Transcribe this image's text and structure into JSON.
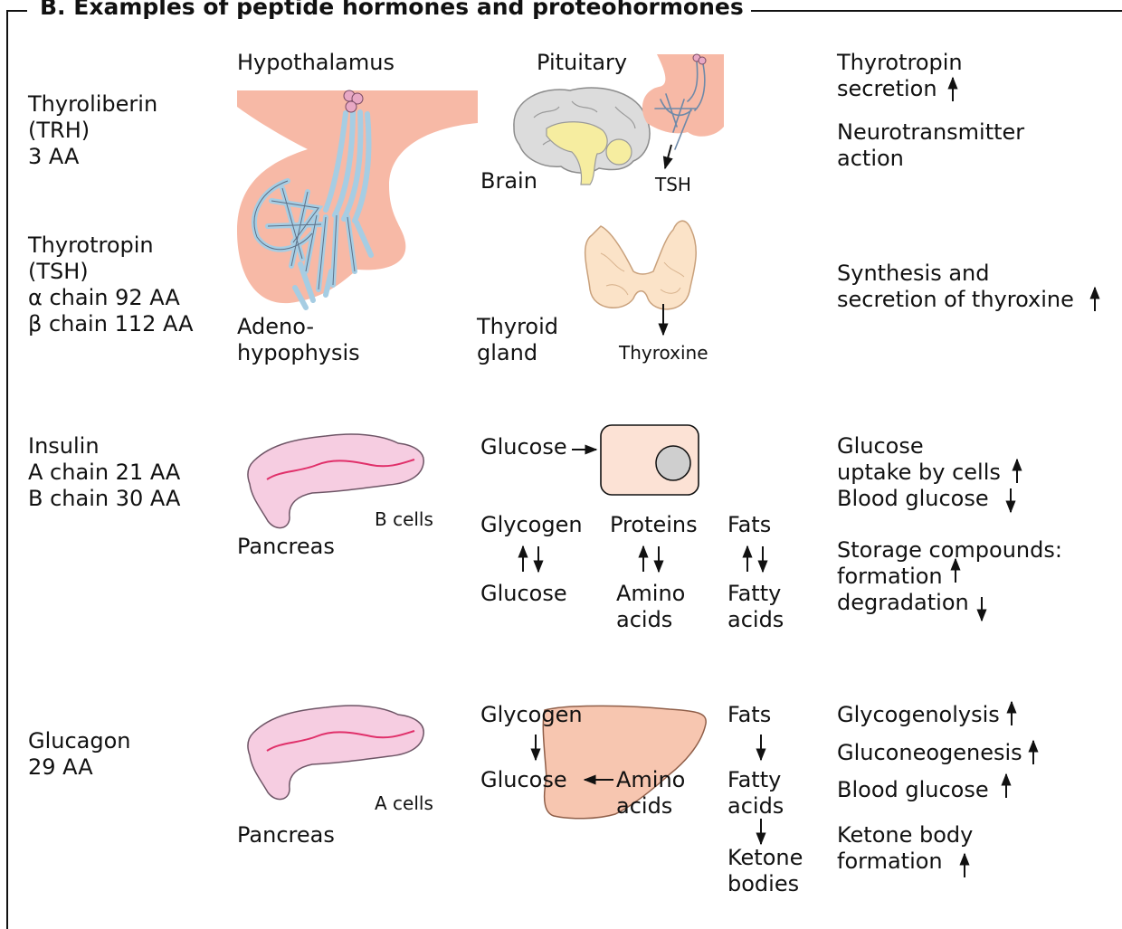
{
  "title": "B. Examples of peptide hormones and proteohormones",
  "hormones": {
    "trh": [
      "Thyroliberin",
      "(TRH)",
      "3 AA"
    ],
    "tsh": [
      "Thyrotropin",
      "(TSH)",
      "α chain 92 AA",
      "β chain 112 AA"
    ],
    "insulin": [
      "Insulin",
      "A chain 21 AA",
      "B chain 30 AA"
    ],
    "glucagon": [
      "Glucagon",
      "29 AA"
    ]
  },
  "organs": {
    "hypothalamus": "Hypothalamus",
    "adenohypophysis": [
      "Adeno-",
      "hypophysis"
    ],
    "pituitary": "Pituitary",
    "brain": "Brain",
    "tsh": "TSH",
    "thyroid": [
      "Thyroid",
      "gland"
    ],
    "thyroxine": "Thyroxine",
    "pancreas_b": "Pancreas",
    "b_cells": "B cells",
    "pancreas_a": "Pancreas",
    "a_cells": "A cells"
  },
  "insulin_metabolism": {
    "glucose_in": "Glucose",
    "glycogen": "Glycogen",
    "glucose": "Glucose",
    "proteins": "Proteins",
    "amino_acids": [
      "Amino",
      "acids"
    ],
    "fats": "Fats",
    "fatty_acids": [
      "Fatty",
      "acids"
    ]
  },
  "glucagon_metabolism": {
    "glycogen": "Glycogen",
    "glucose": "Glucose",
    "amino_acids": [
      "Amino",
      "acids"
    ],
    "fats": "Fats",
    "fatty_acids": [
      "Fatty",
      "acids"
    ],
    "ketone_bodies": [
      "Ketone",
      "bodies"
    ]
  },
  "effects": {
    "trh": [
      [
        "Thyrotropin",
        "secretion"
      ],
      [
        "Neurotransmitter",
        "action"
      ]
    ],
    "tsh": [
      [
        "Synthesis and",
        "secretion of thyroxine"
      ]
    ],
    "insulin": [
      [
        "Glucose",
        "uptake by cells",
        "Blood glucose"
      ],
      [
        "Storage compounds:",
        "formation",
        "degradation"
      ]
    ],
    "glucagon": [
      "Glycogenolysis",
      "Gluconeogenesis",
      "Blood glucose",
      [
        "Ketone body",
        "formation"
      ]
    ]
  },
  "colors": {
    "tissue": "#f7b9a6",
    "vessels": "#a6cde3",
    "thyroid": "#fbe3c8",
    "pancreas": "#f6cde1",
    "pancreas_duct": "#e0306a",
    "cell": "#fce2d5",
    "nucleus": "#cfcfcf",
    "brain": "#dcdcdc",
    "brainstem": "#f6eda0"
  }
}
